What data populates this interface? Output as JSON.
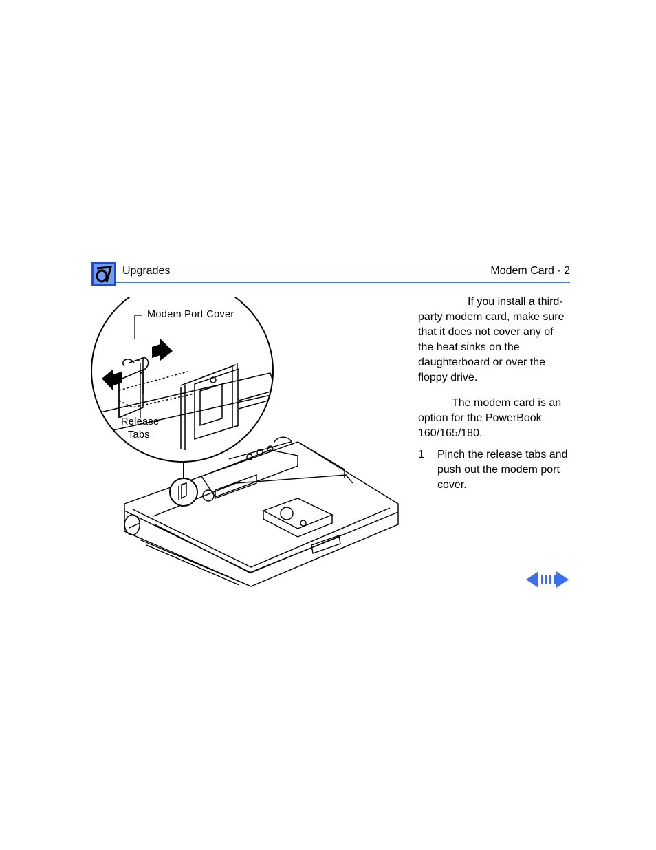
{
  "header": {
    "section": "Upgrades",
    "page_title": "Modem Card - 2",
    "logo_icon": "apple-service-logo-icon",
    "accent_color": "#4a78b8"
  },
  "figure": {
    "label_modem_port_cover": "Modem Port Cover",
    "label_release": "Release",
    "label_tabs": "Tabs"
  },
  "body": {
    "warning_text": "If you install a third-party modem card, make sure that it does not cover any of the heat sinks on the daughterboard or over the floppy drive.",
    "note_text": "The modem card is an option for the PowerBook 160/165/180.",
    "step_number": "1",
    "step_text": "Pinch the release tabs and push out the modem port cover."
  },
  "nav": {
    "prev_icon": "left-arrow-icon",
    "browse_icon": "page-browse-icon",
    "next_icon": "right-arrow-icon"
  }
}
